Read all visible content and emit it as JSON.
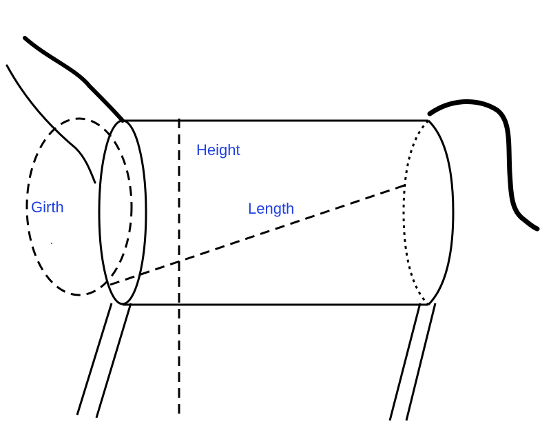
{
  "diagram": {
    "labels": {
      "height": "Height",
      "girth": "Girth",
      "length": "Length"
    },
    "colors": {
      "label": "#1f3fe0",
      "stroke": "#000000",
      "background": "#ffffff"
    }
  }
}
